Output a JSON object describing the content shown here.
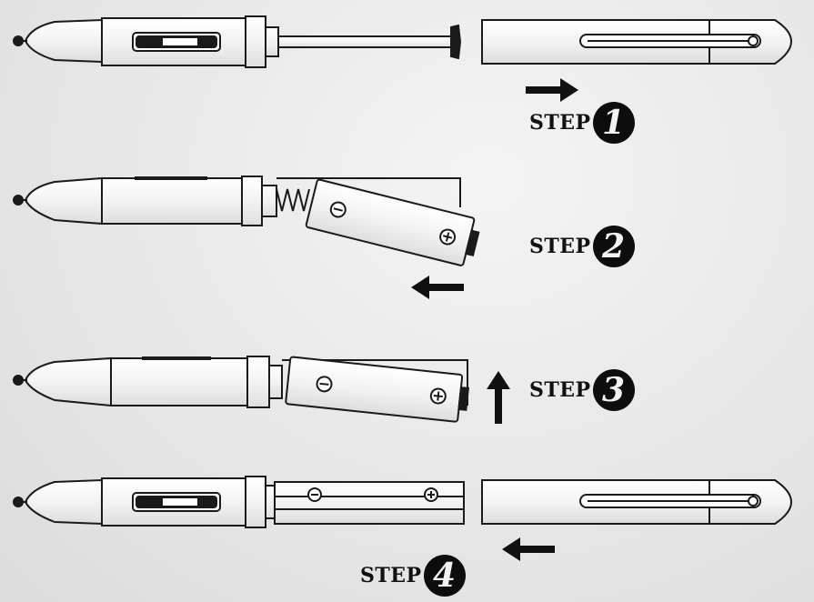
{
  "steps": [
    {
      "word": "STEP",
      "number": "1"
    },
    {
      "word": "STEP",
      "number": "2"
    },
    {
      "word": "STEP",
      "number": "3"
    },
    {
      "word": "STEP",
      "number": "4"
    }
  ],
  "colors": {
    "line": "#1a1a1a",
    "fill": "#f2f2f2",
    "arrow": "#111111",
    "badge": "#0d0d0d"
  }
}
